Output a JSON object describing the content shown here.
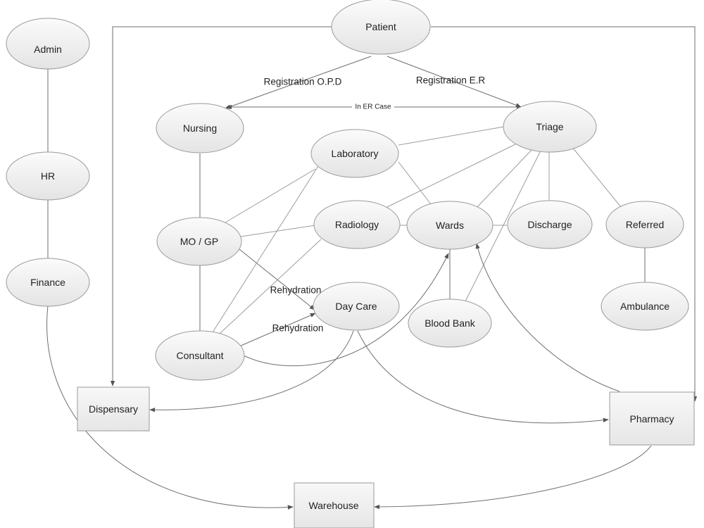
{
  "diagram": {
    "nodes": {
      "patient": "Patient",
      "admin": "Admin",
      "hr": "HR",
      "finance": "Finance",
      "nursing": "Nursing",
      "triage": "Triage",
      "laboratory": "Laboratory",
      "radiology": "Radiology",
      "wards": "Wards",
      "discharge": "Discharge",
      "referred": "Referred",
      "mo_gp": "MO / GP",
      "day_care": "Day Care",
      "blood_bank": "Blood Bank",
      "ambulance": "Ambulance",
      "consultant": "Consultant",
      "dispensary": "Dispensary",
      "pharmacy": "Pharmacy",
      "warehouse": "Warehouse"
    },
    "edge_labels": {
      "registration_opd": "Registration O.P.D",
      "registration_er": "Registration E.R",
      "in_er_case": "In ER Case",
      "rehydration_mo": "Rehydration",
      "rehydration_consultant": "Rehydration"
    },
    "colors": {
      "node_fill_top": "#fbfbfb",
      "node_fill_bottom": "#e4e4e4",
      "node_stroke": "#9a9a9a",
      "edge": "#6e6e6e"
    }
  }
}
